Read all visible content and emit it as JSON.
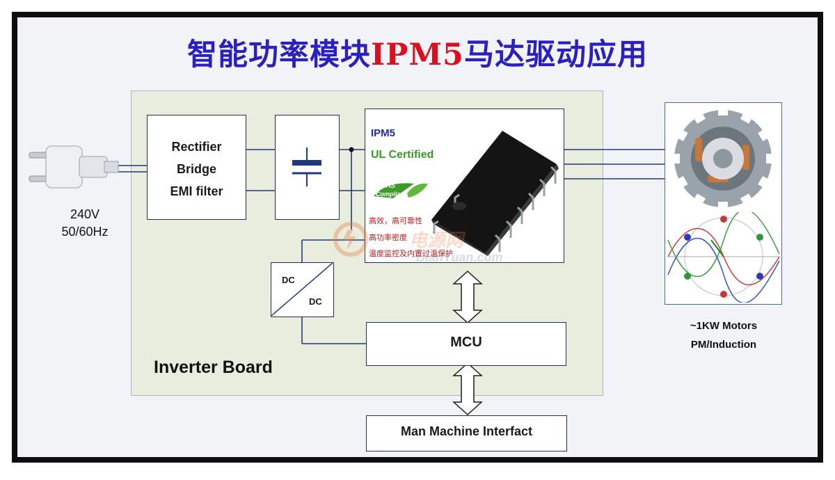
{
  "title": {
    "prefix": "智能功率模块",
    "highlight": "IPM5",
    "suffix": "马达驱动应用"
  },
  "power_source": {
    "voltage": "240V",
    "frequency": "50/60Hz",
    "icon": "power-plug-icon"
  },
  "rectifier": {
    "line1": "Rectifier",
    "line2": "Bridge",
    "line3": "EMI filter"
  },
  "capacitor": {
    "icon": "capacitor-icon"
  },
  "ipm": {
    "name": "IPM5",
    "certification": "UL Certified",
    "rohs_line1": "RoHS",
    "rohs_line2": "Compliant",
    "features": [
      "高效，高可靠性",
      "高功率密度",
      "温度监控及内置过温保护"
    ],
    "chip_icon": "ipm-chip-icon"
  },
  "dcdc": {
    "input": "DC",
    "output": "DC"
  },
  "mcu": {
    "label": "MCU"
  },
  "board": {
    "label": "Inverter Board"
  },
  "mmi": {
    "label": "Man Machine Interfact"
  },
  "motor": {
    "line1": "~1KW Motors",
    "line2": "PM/Induction",
    "icon": "motor-stator-icon",
    "phase_icon": "phase-diagram-icon"
  },
  "watermark": {
    "main": "电源网",
    "sub": "DianYuan.com"
  },
  "colors": {
    "title": "#2a1fbf",
    "title_highlight": "#d81020",
    "board_bg": "#e9eddd",
    "connector": "#1f3a7a",
    "ipm_name": "#1f2a9e",
    "certification": "#3a9a27",
    "features": "#c41a1a"
  }
}
